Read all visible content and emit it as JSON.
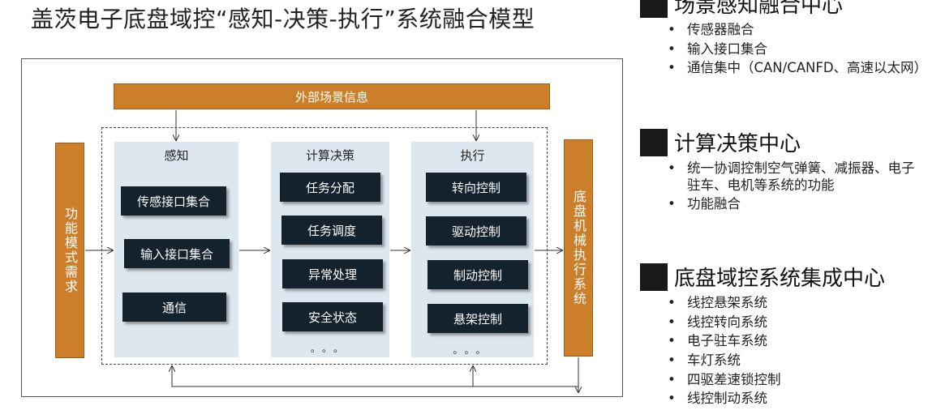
{
  "title": "盖茨电子底盘域控“感知-决策-执行”系统融合模型",
  "diagram": {
    "external_info": "外部场景信息",
    "left_bar": "功能模式需求",
    "right_bar": "底盘机械执行系统",
    "columns": [
      {
        "title": "感知",
        "items": [
          "传感接口集合",
          "输入接口集合",
          "通信"
        ]
      },
      {
        "title": "计算决策",
        "items": [
          "任务分配",
          "任务调度",
          "异常处理",
          "安全状态"
        ],
        "more": "。。。"
      },
      {
        "title": "执行",
        "items": [
          "转向控制",
          "驱动控制",
          "制动控制",
          "悬架控制"
        ],
        "more": "。。。"
      }
    ]
  },
  "sections": [
    {
      "title": "场景感知融合中心",
      "items": [
        "传感器融合",
        "输入接口集合",
        "通信集中（CAN/CANFD、高速以太网）"
      ]
    },
    {
      "title": "计算决策中心",
      "items": [
        "统一协调控制空气弹簧、减振器、电子驻车、电机等系统的功能",
        "功能融合"
      ]
    },
    {
      "title": "底盘域控系统集成中心",
      "items": [
        "线控悬架系统",
        "线控转向系统",
        "电子驻车系统",
        "车灯系统",
        "四驱差速锁控制",
        "线控制动系统"
      ]
    }
  ]
}
